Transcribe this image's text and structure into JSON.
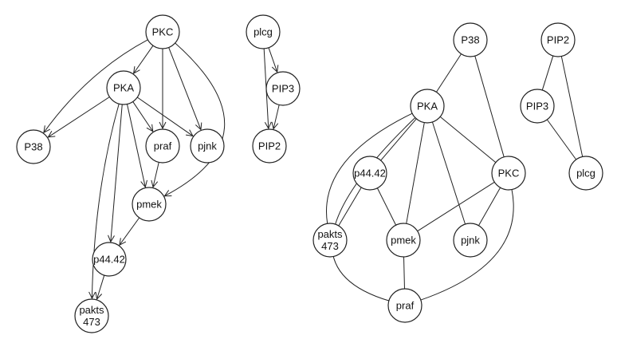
{
  "left_graph": {
    "type": "directed",
    "nodes": [
      {
        "id": "PKC",
        "label": [
          "PKC"
        ]
      },
      {
        "id": "PKA",
        "label": [
          "PKA"
        ]
      },
      {
        "id": "P38",
        "label": [
          "P38"
        ]
      },
      {
        "id": "praf",
        "label": [
          "praf"
        ]
      },
      {
        "id": "pjnk",
        "label": [
          "pjnk"
        ]
      },
      {
        "id": "pmek",
        "label": [
          "pmek"
        ]
      },
      {
        "id": "p44.42",
        "label": [
          "p44.42"
        ]
      },
      {
        "id": "pakts473",
        "label": [
          "pakts",
          "473"
        ]
      },
      {
        "id": "plcg",
        "label": [
          "plcg"
        ]
      },
      {
        "id": "PIP3",
        "label": [
          "PIP3"
        ]
      },
      {
        "id": "PIP2",
        "label": [
          "PIP2"
        ]
      }
    ],
    "edges": [
      {
        "from": "PKC",
        "to": "PKA"
      },
      {
        "from": "PKC",
        "to": "P38"
      },
      {
        "from": "PKC",
        "to": "praf"
      },
      {
        "from": "PKC",
        "to": "pjnk"
      },
      {
        "from": "PKC",
        "to": "pmek"
      },
      {
        "from": "PKA",
        "to": "P38"
      },
      {
        "from": "PKA",
        "to": "praf"
      },
      {
        "from": "PKA",
        "to": "pjnk"
      },
      {
        "from": "PKA",
        "to": "pmek"
      },
      {
        "from": "PKA",
        "to": "p44.42"
      },
      {
        "from": "PKA",
        "to": "pakts473"
      },
      {
        "from": "praf",
        "to": "pmek"
      },
      {
        "from": "pmek",
        "to": "p44.42"
      },
      {
        "from": "p44.42",
        "to": "pakts473"
      },
      {
        "from": "plcg",
        "to": "PIP3"
      },
      {
        "from": "plcg",
        "to": "PIP2"
      },
      {
        "from": "PIP3",
        "to": "PIP2"
      }
    ]
  },
  "right_graph": {
    "type": "undirected",
    "nodes": [
      {
        "id": "P38",
        "label": [
          "P38"
        ]
      },
      {
        "id": "PKA",
        "label": [
          "PKA"
        ]
      },
      {
        "id": "p44.42",
        "label": [
          "p44.42"
        ]
      },
      {
        "id": "PKC",
        "label": [
          "PKC"
        ]
      },
      {
        "id": "pakts473",
        "label": [
          "pakts",
          "473"
        ]
      },
      {
        "id": "pmek",
        "label": [
          "pmek"
        ]
      },
      {
        "id": "pjnk",
        "label": [
          "pjnk"
        ]
      },
      {
        "id": "praf",
        "label": [
          "praf"
        ]
      },
      {
        "id": "PIP2",
        "label": [
          "PIP2"
        ]
      },
      {
        "id": "PIP3",
        "label": [
          "PIP3"
        ]
      },
      {
        "id": "plcg",
        "label": [
          "plcg"
        ]
      }
    ],
    "edges": [
      {
        "from": "P38",
        "to": "PKA"
      },
      {
        "from": "P38",
        "to": "PKC"
      },
      {
        "from": "PKA",
        "to": "p44.42"
      },
      {
        "from": "PKA",
        "to": "pmek"
      },
      {
        "from": "PKA",
        "to": "pjnk"
      },
      {
        "from": "PKA",
        "to": "PKC"
      },
      {
        "from": "PKA",
        "to": "pakts473"
      },
      {
        "from": "PKA",
        "to": "praf"
      },
      {
        "from": "p44.42",
        "to": "pakts473"
      },
      {
        "from": "p44.42",
        "to": "pmek"
      },
      {
        "from": "PKC",
        "to": "pmek"
      },
      {
        "from": "PKC",
        "to": "pjnk"
      },
      {
        "from": "PKC",
        "to": "praf"
      },
      {
        "from": "pmek",
        "to": "praf"
      },
      {
        "from": "PIP2",
        "to": "PIP3"
      },
      {
        "from": "PIP2",
        "to": "plcg"
      },
      {
        "from": "PIP3",
        "to": "plcg"
      }
    ]
  }
}
